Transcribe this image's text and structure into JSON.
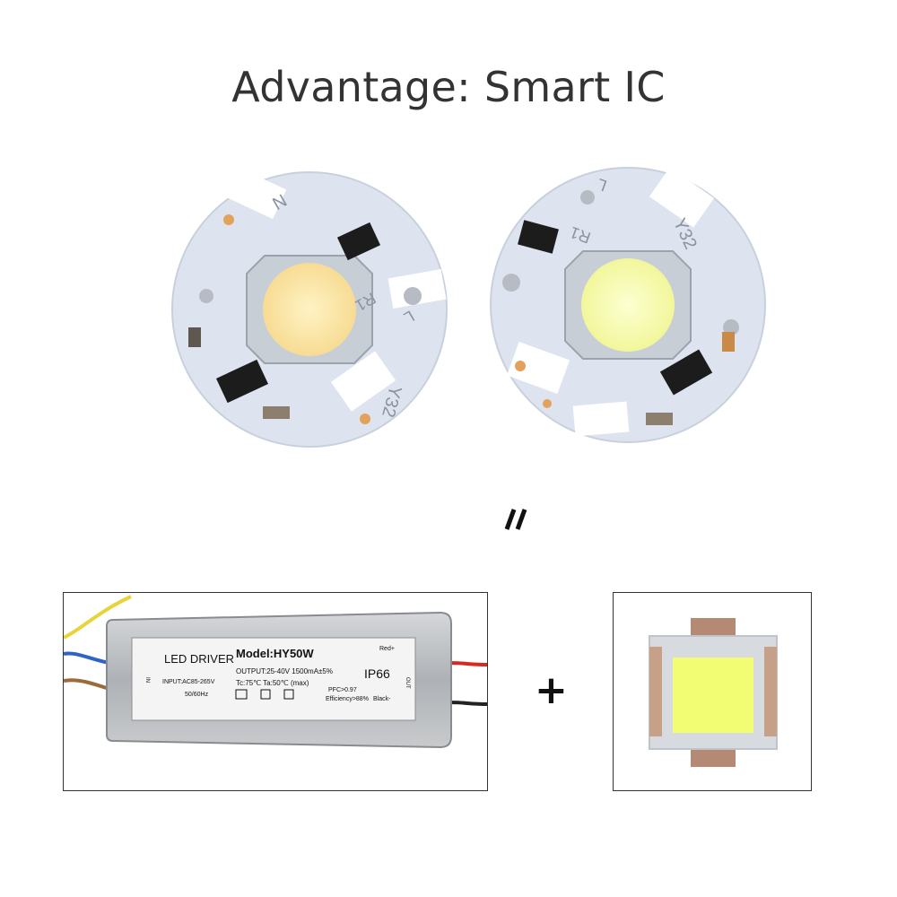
{
  "title": "Advantage: Smart IC",
  "boards": {
    "left": {
      "silk_top": "N",
      "silk_mid": "R1",
      "silk_side": "L",
      "silk_code": "Y32"
    },
    "right": {
      "silk_top": "L",
      "silk_mid": "R1",
      "silk_code": "Y32"
    }
  },
  "driver": {
    "label": "LED DRIVER",
    "model": "Model:HY50W",
    "output": "OUTPUT:25-40V  1500mA±5%",
    "input": "INPUT:AC85-265V",
    "freq": "50/60Hz",
    "temps": "Tc:75℃   Ta:50℃ (max)",
    "rating": "IP66",
    "red": "Red+",
    "black": "Black-",
    "pfc": "PFC>0.97",
    "efficiency": "Efficiency>88%",
    "in": "IN",
    "out": "OUT"
  },
  "colors": {
    "pcb": "#dfe6f1",
    "warm_led": "#f8e2a0",
    "cool_led": "#f6f9b0",
    "chip_led": "#f2fd74",
    "driver_case": "#b9bcbf"
  }
}
